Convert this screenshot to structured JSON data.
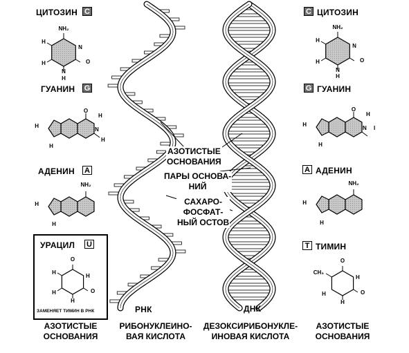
{
  "labels": {
    "cytosine_left": "ЦИТОЗИН",
    "guanine_left": "ГУАНИН",
    "adenine_left": "АДЕНИН",
    "uracil": "УРАЦИЛ",
    "cytosine_right": "ЦИТОЗИН",
    "guanine_right": "ГУАНИН",
    "adenine_right": "АДЕНИН",
    "thymine": "ТИМИН"
  },
  "badges": {
    "c": "C",
    "g": "G",
    "a": "A",
    "u": "U",
    "t": "T"
  },
  "note": "ЗАМЕНЯЕТ ТИМИН В РНК",
  "helix_labels": {
    "rna": "РНК",
    "dna": "ДНК"
  },
  "captions": {
    "bases_left_1": "АЗОТИСТЫЕ",
    "bases_left_2": "ОСНОВАНИЯ",
    "rna_1": "РИБОНУКЛЕИНО-",
    "rna_2": "ВАЯ КИСЛОТА",
    "dna_1": "ДЕЗОКСИРИБОНУКЛЕ-",
    "dna_2": "ИНОВАЯ КИСЛОТА",
    "bases_right_1": "АЗОТИСТЫЕ",
    "bases_right_2": "ОСНОВАНИЯ"
  },
  "callouts": {
    "bases_1": "АЗОТИСТЫЕ",
    "bases_2": "ОСНОВАНИЯ",
    "pairs_1": "ПАРЫ ОСНОВА-",
    "pairs_2": "НИЙ",
    "backbone_1": "САХАРО-",
    "backbone_2": "ФОСФАТ-",
    "backbone_3": "НЫЙ ОСТОВ"
  },
  "atoms": {
    "nh2": "NH₂",
    "n": "N",
    "o": "O",
    "h": "H",
    "ch3": "CH₃",
    "i": "I"
  }
}
